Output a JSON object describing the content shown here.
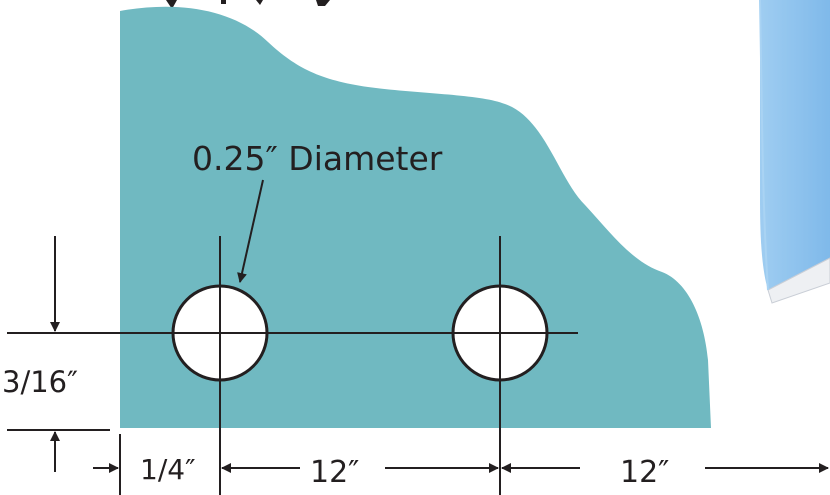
{
  "labels": {
    "hole_callout": "0.25″ Diameter",
    "vertical_offset": "3/16″",
    "edge_offset": "1/4″",
    "spacing_first": "12″",
    "spacing_second": "12″"
  },
  "colors": {
    "part_fill": "#70b9c1",
    "line": "#231f20",
    "side_panel": "#8cc3ee",
    "background": "#ffffff"
  }
}
